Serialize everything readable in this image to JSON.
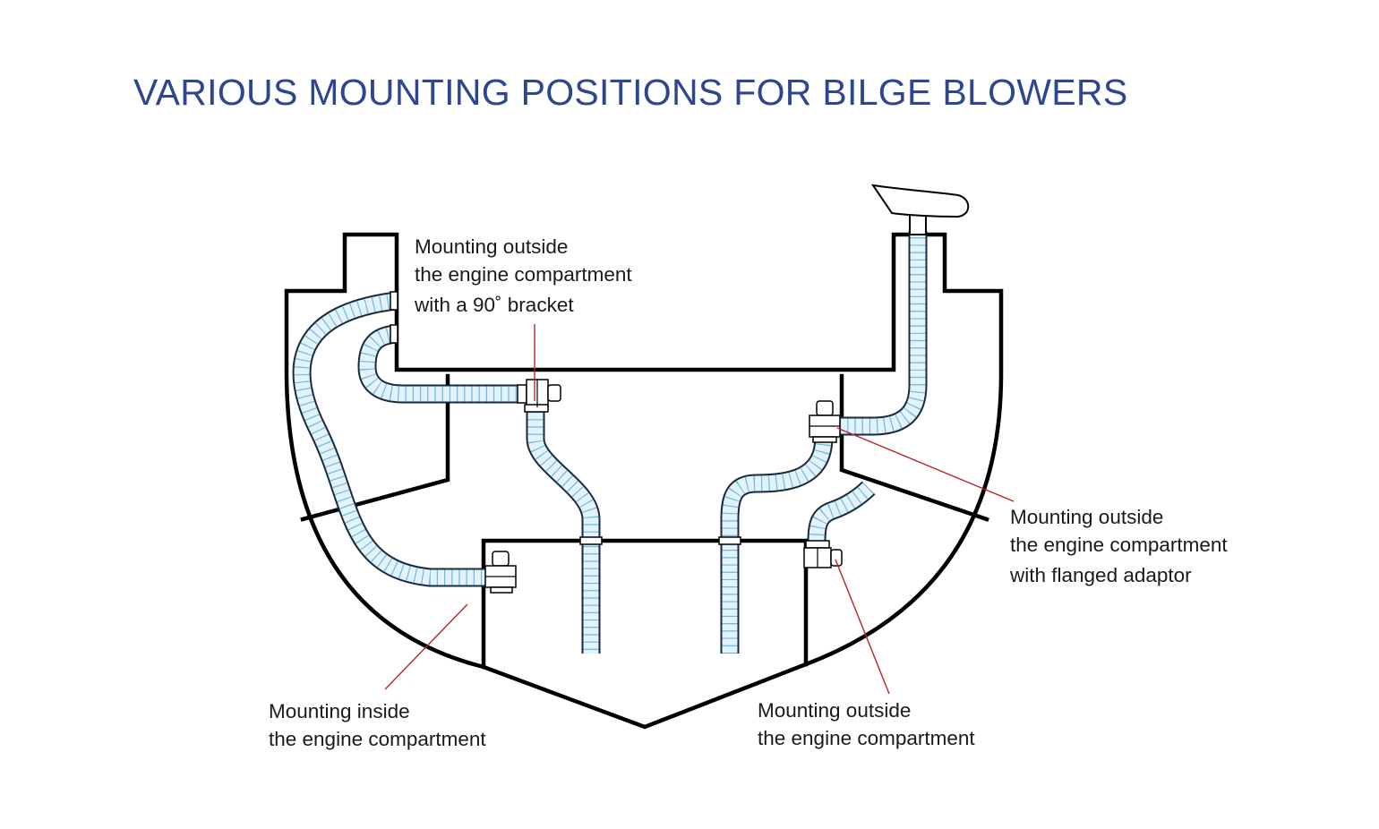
{
  "title": "VARIOUS MOUNTING POSITIONS FOR BILGE BLOWERS",
  "labels": {
    "bracket": {
      "line1": "Mounting outside",
      "line2": "the engine compartment",
      "line3": "with a 90˚ bracket"
    },
    "flanged": {
      "line1": "Mounting outside",
      "line2": "the engine compartment",
      "line3": "with flanged adaptor"
    },
    "inside": {
      "line1": "Mounting inside",
      "line2": "the engine compartment"
    },
    "outside": {
      "line1": "Mounting outside",
      "line2": "the engine compartment"
    }
  },
  "colors": {
    "title": "#2e4690",
    "hull_stroke": "#000000",
    "hose_fill": "#e3f3fb",
    "hose_rib": "#6fb8df",
    "leader_line": "#b8232a"
  },
  "icons": {
    "blower": "bilge-blower-icon",
    "vent_cowl": "vent-cowl-icon"
  }
}
